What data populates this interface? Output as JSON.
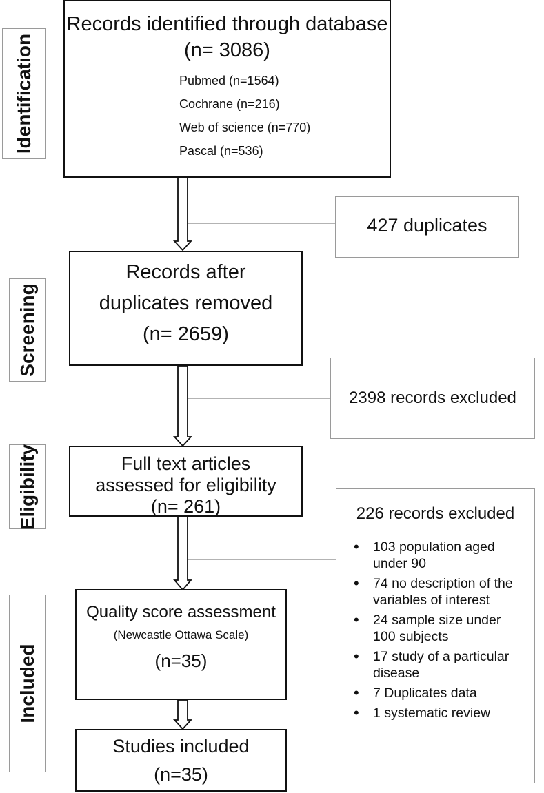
{
  "stages": {
    "identification": "Identification",
    "screening": "Screening",
    "eligibility": "Eligibility",
    "included": "Included"
  },
  "identified": {
    "line1": "Records identified through database",
    "line2": "(n= 3086)",
    "databases": [
      "Pubmed (n=1564)",
      "Cochrane (n=216)",
      "Web of science (n=770)",
      "Pascal (n=536)"
    ]
  },
  "duplicates": "427 duplicates",
  "after_duplicates": {
    "line1": "Records after",
    "line2": "duplicates removed",
    "line3": "(n= 2659)"
  },
  "excluded_screening": "2398 records excluded",
  "full_text": {
    "line1": "Full text articles",
    "line2": "assessed for eligibility",
    "line3": "(n= 261)"
  },
  "excluded_eligibility": {
    "title": "226 records excluded",
    "items": [
      "103 population aged under 90",
      "74 no description of the variables of interest",
      "24 sample size under 100 subjects",
      "17 study of a particular disease",
      "7 Duplicates data",
      "1 systematic review"
    ]
  },
  "quality": {
    "line1": "Quality score assessment",
    "line2": "(Newcastle Ottawa Scale)",
    "line3": "(n=35)"
  },
  "included_box": {
    "line1": "Studies included",
    "line2": "(n=35)"
  }
}
